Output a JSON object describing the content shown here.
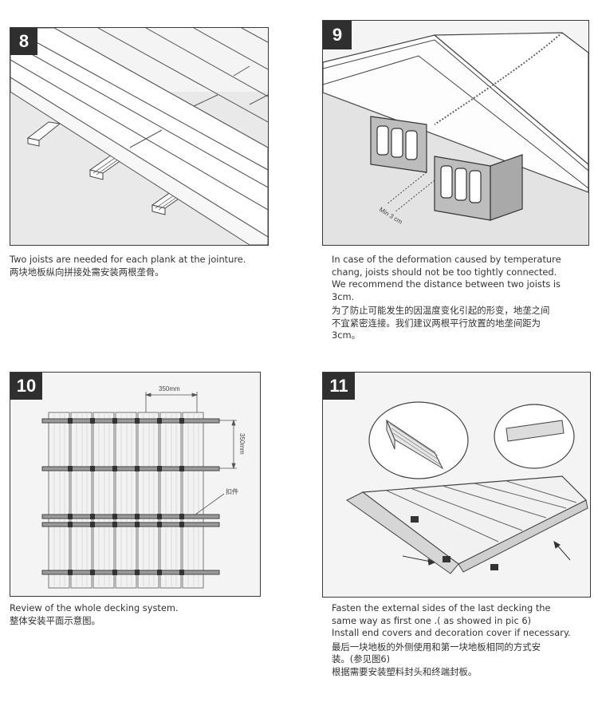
{
  "steps": [
    {
      "number": "8",
      "caption_en": "Two joists are needed for each plank at the jointure.",
      "caption_zh": "两块地板纵向拼接处需安装两根垄骨。"
    },
    {
      "number": "9",
      "caption_en_1": "In case of the deformation caused by  temperature",
      "caption_en_2": "chang, joists should not be too tightly connected.",
      "caption_en_3": "We recommend the distance between two joists is",
      "caption_en_4": "3cm.",
      "caption_zh_1": "为了防止可能发生的因温度变化引起的形变，地垄之间",
      "caption_zh_2": "不宜紧密连接。我们建议两根平行放置的地垄间距为",
      "caption_zh_3": "3cm。",
      "figure_label": "Min 3 cm"
    },
    {
      "number": "10",
      "caption_en": "Review of the whole decking system.",
      "caption_zh": "整体安装平面示意图。",
      "dimension_h": "350mm",
      "dimension_v": "350mm",
      "clip_label": "扣件"
    },
    {
      "number": "11",
      "caption_en_1": "Fasten  the  external  sides  of  the  last  decking  the",
      "caption_en_2": "same way as first one .( as showed in pic 6)",
      "caption_en_3": "Install end covers and decoration cover if necessary.",
      "caption_zh_1": "最后一块地板的外侧使用和第一块地板相同的方式安",
      "caption_zh_2": "装。(参见图6)",
      "caption_zh_3": "根据需要安装塑料封头和终端封板。"
    }
  ]
}
